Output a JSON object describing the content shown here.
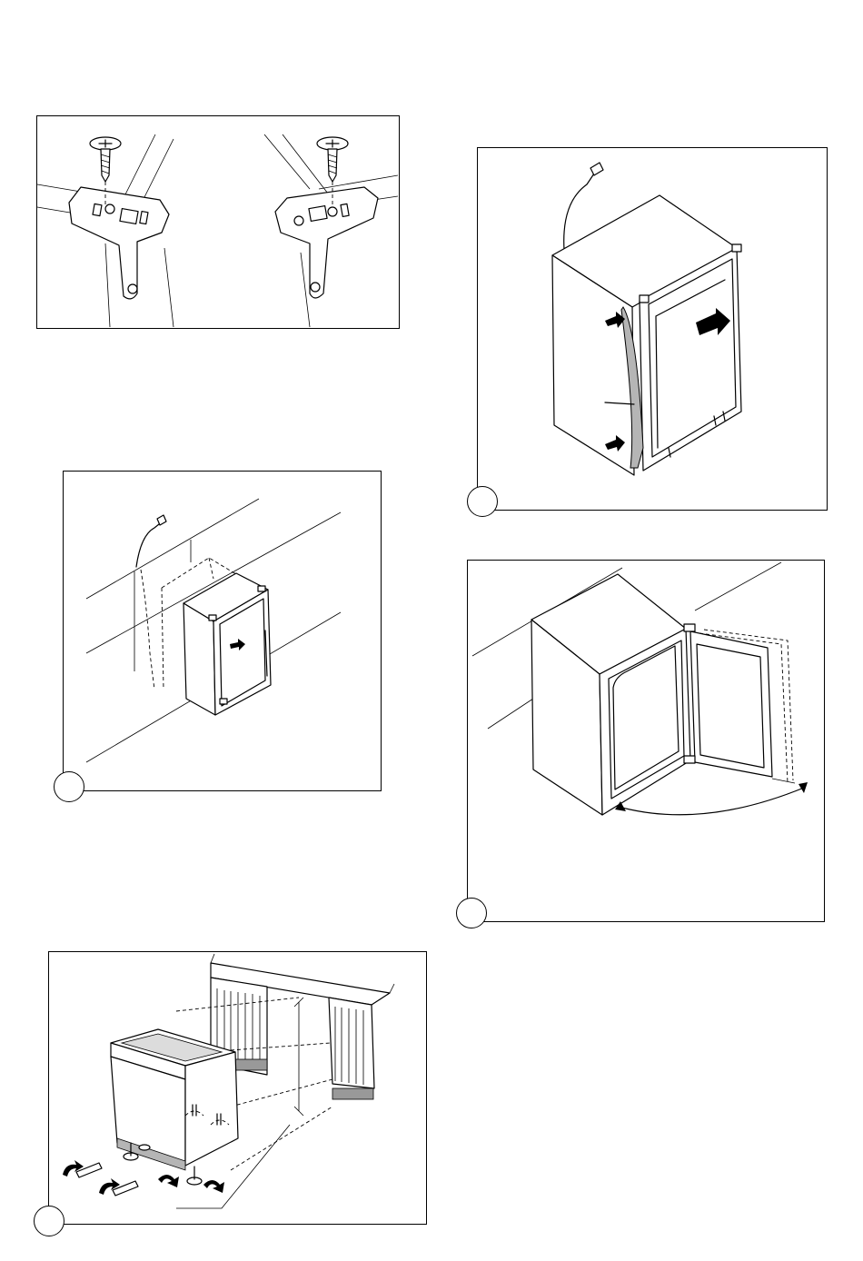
{
  "figures": [
    {
      "id": "brackets",
      "badge": ""
    },
    {
      "id": "seal",
      "badge": ""
    },
    {
      "id": "niche",
      "badge": ""
    },
    {
      "id": "door",
      "badge": ""
    },
    {
      "id": "feet",
      "badge": ""
    }
  ],
  "colors": {
    "line": "#000000",
    "fill": "#ffffff",
    "shade": "#b5b5b5"
  }
}
